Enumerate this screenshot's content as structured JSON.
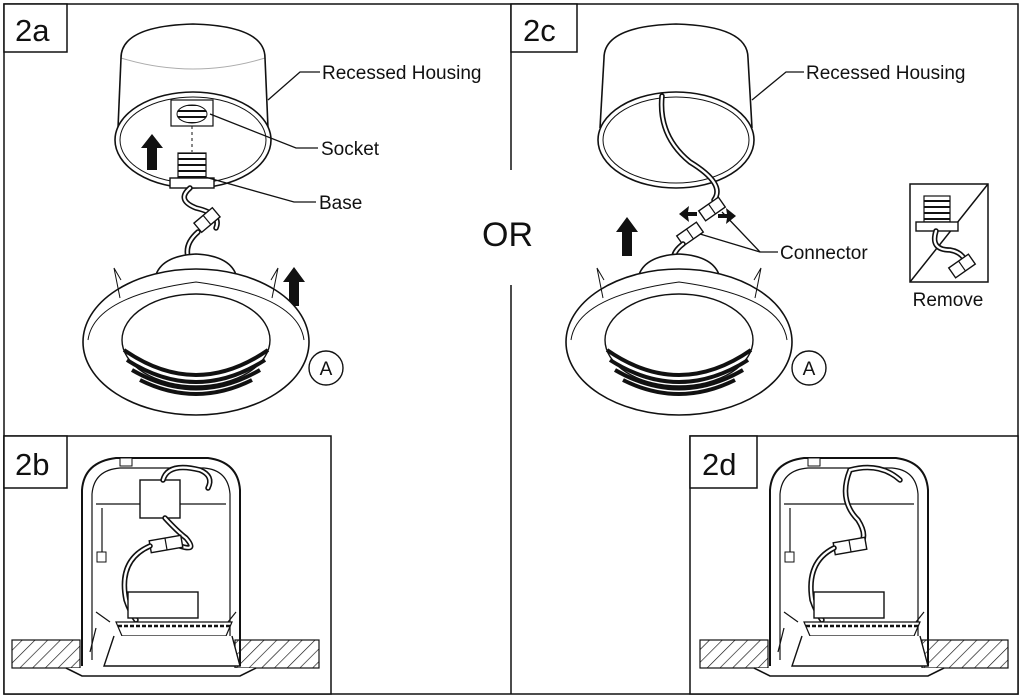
{
  "panels": {
    "p2a": {
      "tag": "2a",
      "recessed_housing": "Recessed Housing",
      "socket": "Socket",
      "base": "Base",
      "mark": "A"
    },
    "p2b": {
      "tag": "2b"
    },
    "p2c": {
      "tag": "2c",
      "recessed_housing": "Recessed Housing",
      "connector": "Connector",
      "remove": "Remove",
      "mark": "A"
    },
    "p2d": {
      "tag": "2d"
    }
  },
  "divider_text": "OR"
}
